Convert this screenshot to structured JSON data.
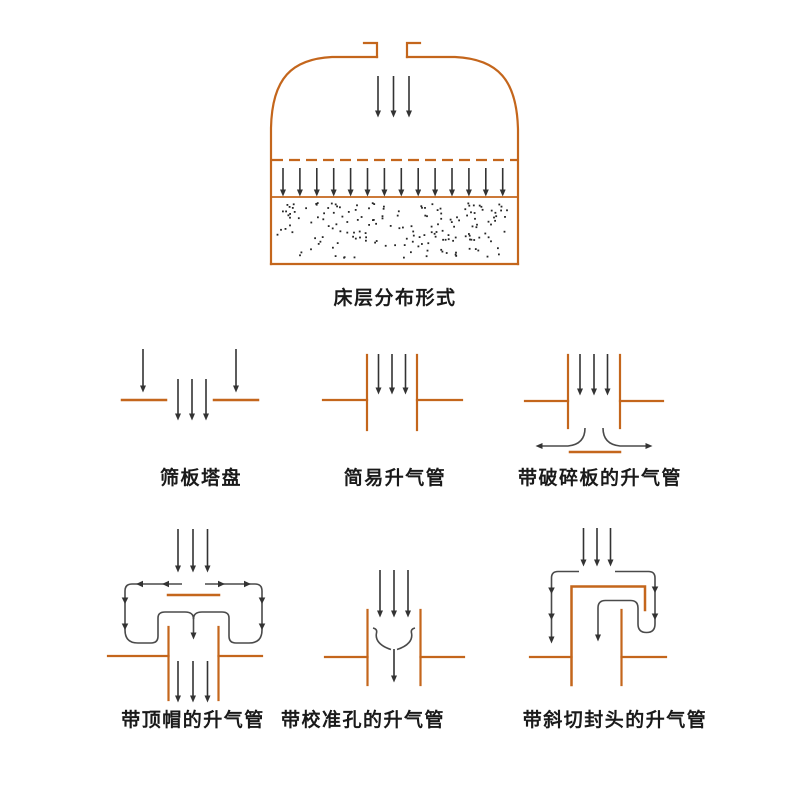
{
  "colors": {
    "structure": "#c4661c",
    "arrow": "#333333",
    "flow": "#4a4a4a",
    "text": "#1a1a1a",
    "dot": "#262626"
  },
  "figures": {
    "vessel": {
      "caption": "床层分布形式"
    },
    "sieve_tray": {
      "caption": "筛板塔盘"
    },
    "simple_riser": {
      "caption": "简易升气管"
    },
    "breaker_plate_riser": {
      "caption": "带破碎板的升气管"
    },
    "top_cap_riser": {
      "caption": "带顶帽的升气管"
    },
    "calibration_hole_riser": {
      "caption": "带校准孔的升气管"
    },
    "bevel_head_riser": {
      "caption": "带斜切封头的升气管"
    }
  }
}
